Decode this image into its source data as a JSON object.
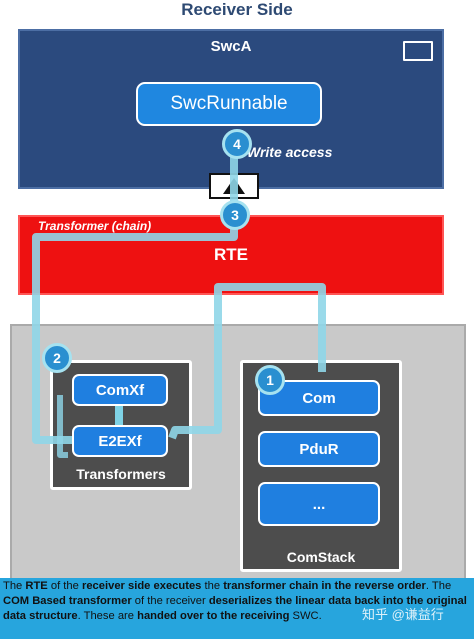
{
  "title": "Receiver Side",
  "swc": {
    "label": "SwcA",
    "runnable": "SwcRunnable",
    "write_access": "Write access"
  },
  "rte": {
    "chain_label": "Transformer (chain)",
    "label": "RTE"
  },
  "transformers": {
    "label": "Transformers",
    "items": [
      "ComXf",
      "E2EXf"
    ]
  },
  "comstack": {
    "label": "ComStack",
    "items": [
      "Com",
      "PduR",
      "..."
    ]
  },
  "steps": [
    "1",
    "2",
    "3",
    "4"
  ],
  "caption": {
    "p1": "The ",
    "p2": "RTE",
    "p3": " of the ",
    "p4": "receiver side executes",
    "p5": " the ",
    "p6": "transformer chain in the reverse order",
    "p7": ". The ",
    "p8": "COM Based transformer",
    "p9": " of the receiver ",
    "p10": "deserializes the linear data back into the original data structure",
    "p11": ". These are ",
    "p12": "handed over to the receiving",
    "p13": " SWC."
  },
  "watermark": "知乎 @谦益行",
  "colors": {
    "swc_panel": "#2b4a7e",
    "rte_panel": "#ee1111",
    "bsw_panel": "#c9c9c9",
    "dark_box": "#4d4d4d",
    "button_blue": "#1f7fe0",
    "flow_path": "#8fd6e8",
    "caption_bg": "#27a5dd"
  }
}
